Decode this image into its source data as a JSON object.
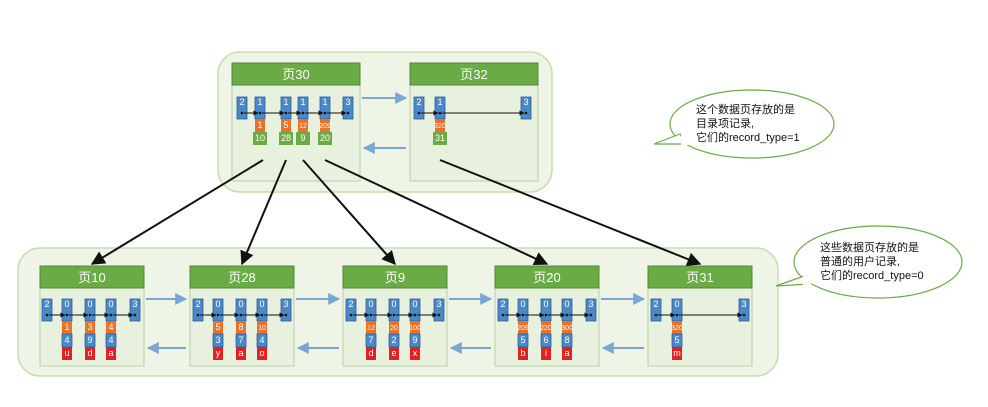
{
  "dir_pages": [
    {
      "id": "page-30",
      "title": "页30",
      "records": [
        {
          "n_owned": "2"
        },
        {
          "n_owned": "1",
          "key": "1",
          "page_no": "10"
        },
        {
          "n_owned": "1",
          "key": "5",
          "page_no": "28"
        },
        {
          "n_owned": "1",
          "key": "12",
          "page_no": "9"
        },
        {
          "n_owned": "1",
          "key": "209",
          "page_no": "20"
        },
        {
          "n_owned": "3"
        }
      ]
    },
    {
      "id": "page-32",
      "title": "页32",
      "records": [
        {
          "n_owned": "2"
        },
        {
          "n_owned": "1",
          "key": "320",
          "page_no": "31"
        },
        {
          "n_owned": "3"
        }
      ]
    }
  ],
  "leaf_pages": [
    {
      "id": "page-10",
      "title": "页10",
      "records": [
        {
          "n_owned": "2"
        },
        {
          "n_owned": "0",
          "key": "1",
          "col": "4",
          "val": "u"
        },
        {
          "n_owned": "0",
          "key": "3",
          "col": "9",
          "val": "d"
        },
        {
          "n_owned": "0",
          "key": "4",
          "col": "4",
          "val": "a"
        },
        {
          "n_owned": "3"
        }
      ]
    },
    {
      "id": "page-28",
      "title": "页28",
      "records": [
        {
          "n_owned": "2"
        },
        {
          "n_owned": "0",
          "key": "5",
          "col": "3",
          "val": "y"
        },
        {
          "n_owned": "0",
          "key": "8",
          "col": "7",
          "val": "a"
        },
        {
          "n_owned": "0",
          "key": "10",
          "col": "4",
          "val": "o"
        },
        {
          "n_owned": "3"
        }
      ]
    },
    {
      "id": "page-9",
      "title": "页9",
      "records": [
        {
          "n_owned": "2"
        },
        {
          "n_owned": "0",
          "key": "12",
          "col": "7",
          "val": "d"
        },
        {
          "n_owned": "0",
          "key": "20",
          "col": "2",
          "val": "e"
        },
        {
          "n_owned": "0",
          "key": "100",
          "col": "9",
          "val": "x"
        },
        {
          "n_owned": "3"
        }
      ]
    },
    {
      "id": "page-20",
      "title": "页20",
      "records": [
        {
          "n_owned": "2"
        },
        {
          "n_owned": "0",
          "key": "209",
          "col": "5",
          "val": "b"
        },
        {
          "n_owned": "0",
          "key": "220",
          "col": "6",
          "val": "i"
        },
        {
          "n_owned": "0",
          "key": "300",
          "col": "8",
          "val": "a"
        },
        {
          "n_owned": "3"
        }
      ]
    },
    {
      "id": "page-31",
      "title": "页31",
      "records": [
        {
          "n_owned": "2"
        },
        {
          "n_owned": "0",
          "key": "320",
          "col": "5",
          "val": "m"
        },
        {
          "n_owned": "3"
        }
      ]
    }
  ],
  "callouts": {
    "directory": [
      "这个数据页存放的是",
      "目录项记录,",
      "它们的record_type=1"
    ],
    "user": [
      "这些数据页存放的是",
      "普通的用户记录,",
      "它们的record_type=0"
    ]
  },
  "colors": {
    "header_green": "#6aab46",
    "record_blue": "#4a88c8",
    "key_orange": "#e8712c",
    "value_red": "#e02222",
    "group_fill": "#eef5e6"
  }
}
